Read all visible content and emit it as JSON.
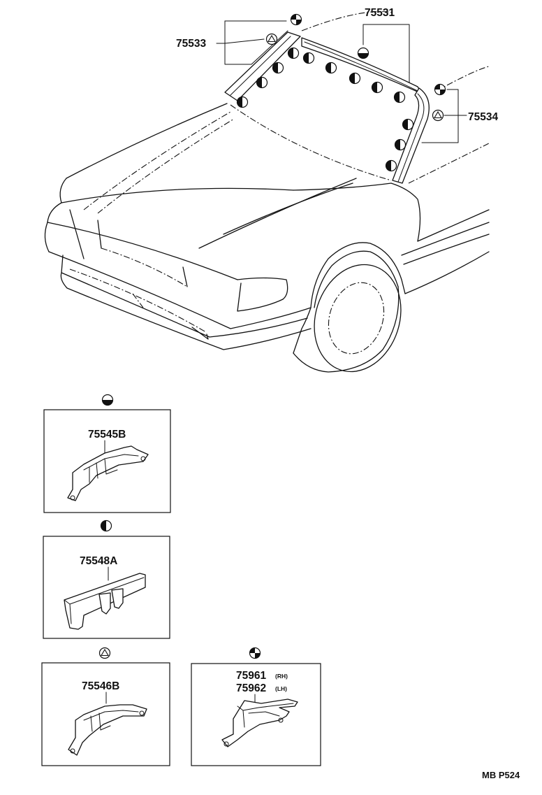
{
  "diagram": {
    "code": "MB P524",
    "labels": {
      "p75531": "75531",
      "p75533": "75533",
      "p75534": "75534"
    },
    "panels": [
      {
        "part": "75545B",
        "symbol": "half-horizontal"
      },
      {
        "part": "75548A",
        "symbol": "half-vertical"
      },
      {
        "part": "75546B",
        "symbol": "triangle"
      },
      {
        "part_rh": "75961",
        "part_lh": "75962",
        "rh": "(RH)",
        "lh": "(LH)",
        "symbol": "quadrant"
      }
    ]
  }
}
